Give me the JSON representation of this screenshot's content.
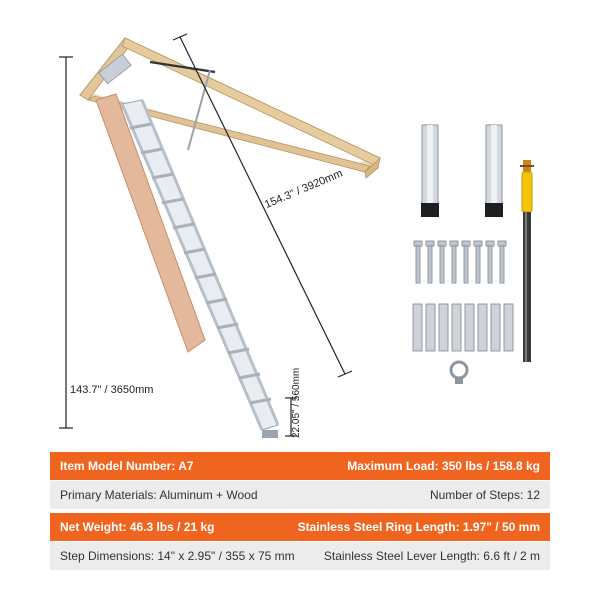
{
  "colors": {
    "accent": "#ef6520",
    "row_grey": "#ececec",
    "wood": "#e2c69a",
    "aluminum": "#d8dee4"
  },
  "dimensions": {
    "height": "143.7\" / 3650mm",
    "diagonal": "154.3\" / 3920mm",
    "foot": "22.05\" / 560mm"
  },
  "specs": {
    "rows": [
      {
        "left": "Item Model Number: A7",
        "right": "Maximum Load: 350 lbs / 158.8 kg",
        "style": "orange"
      },
      {
        "left": "Primary Materials: Aluminum + Wood",
        "right": "Number of Steps: 12",
        "style": "grey"
      },
      {
        "left": "Net Weight: 46.3 lbs / 21 kg",
        "right": "Stainless Steel Ring Length: 1.97\" / 50 mm",
        "style": "orange"
      },
      {
        "left": "Step Dimensions: 14\" x 2.95\" / 355 x 75 mm",
        "right": "Stainless Steel Lever Length: 6.6 ft / 2 m",
        "style": "grey"
      }
    ]
  },
  "accessories": [
    "support-legs",
    "screws",
    "bolts",
    "steel-ring",
    "lever-pole"
  ]
}
